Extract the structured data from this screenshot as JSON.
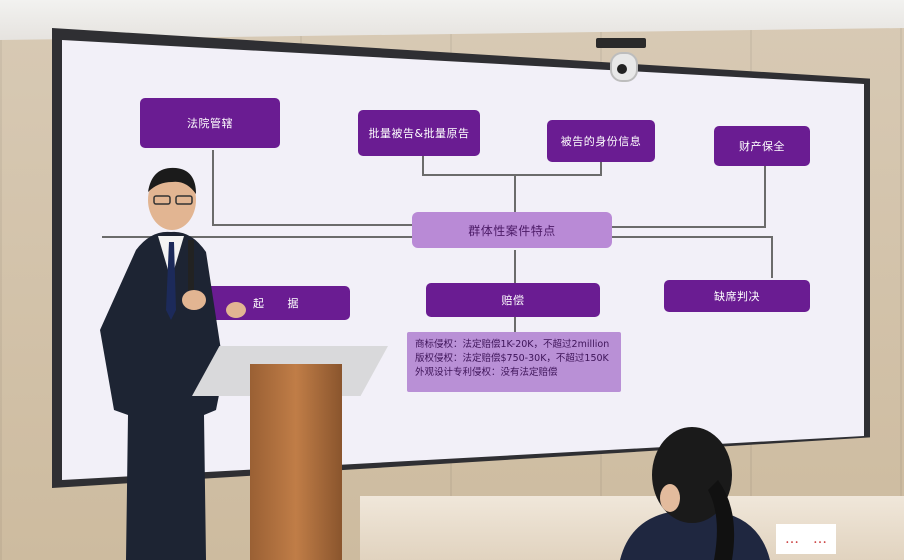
{
  "slide": {
    "center": "群体性案件特点",
    "nodes": {
      "court": "法院管辖",
      "batch": "批量被告&批量原告",
      "identity": "被告的身份信息",
      "preservation": "财产保全",
      "evidence_visible": "起　　据",
      "compensation": "赔偿",
      "default": "缺席判决"
    },
    "notes": [
      "商标侵权：法定赔偿1K-20K，不超过2million",
      "版权侵权：法定赔偿$750-30K，不超过150K",
      "外观设计专利侵权：没有法定赔偿"
    ]
  },
  "nameplate": "…　…"
}
